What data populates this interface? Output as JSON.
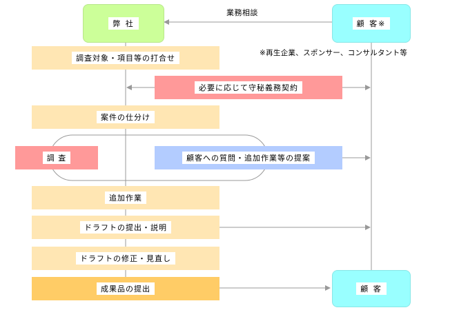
{
  "colors": {
    "company": "#ccff99",
    "customer": "#99ffff",
    "step": "#ffe6b3",
    "step_final": "#ffcc66",
    "red_box": "#ff9999",
    "blue_box": "#b3ccff",
    "line": "#999999"
  },
  "nodes": {
    "company": "弊 社",
    "customer_top": "顧 客※",
    "customer_bottom": "顧 客",
    "consult": "業務相談",
    "note": "※再生企業、スポンサー、コンサルタント等",
    "meeting": "調査対象・項目等の打合せ",
    "nda": "必要に応じて守秘義務契約",
    "assign": "案件の仕分け",
    "survey": "調 査",
    "question": "顧客への質問・追加作業等の提案",
    "additional": "追加作業",
    "draft_submit": "ドラフトの提出・説明",
    "draft_fix": "ドラフトの修正・見直し",
    "deliver": "成果品の提出"
  }
}
